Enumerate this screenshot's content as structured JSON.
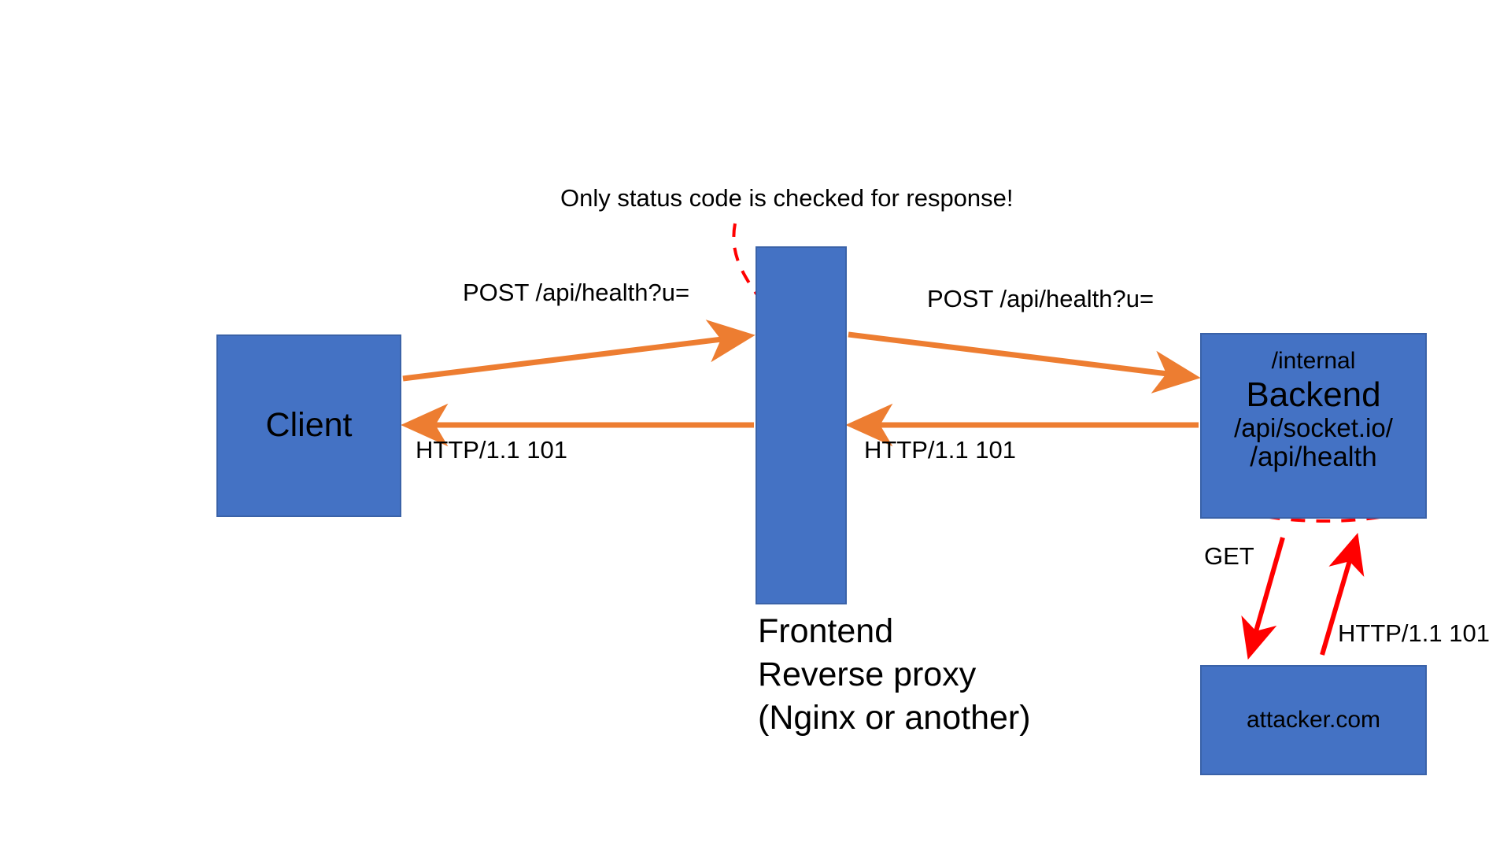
{
  "diagram": {
    "title_note": "Only status code is checked for response!",
    "nodes": {
      "client": {
        "label": "Client"
      },
      "frontend": {
        "icon": "recycle-loop-icon",
        "caption_line1": "Frontend",
        "caption_line2": "Reverse proxy",
        "caption_line3": "(Nginx or another)"
      },
      "backend": {
        "internal": "/internal",
        "title": "Backend",
        "socket_path": "/api/socket.io/",
        "health_path": "/api/health"
      },
      "attacker": {
        "label": "attacker.com"
      }
    },
    "edge_labels": {
      "post_client_to_frontend": "POST /api/health?u=",
      "post_frontend_to_backend": "POST /api/health?u=",
      "resp_frontend_to_client": "HTTP/1.1 101",
      "resp_backend_to_frontend": "HTTP/1.1 101",
      "get_backend_to_attacker": "GET",
      "resp_attacker_to_backend": "HTTP/1.1 101"
    },
    "colors": {
      "node_fill": "#4472C4",
      "node_stroke": "#3A62A8",
      "flow_arrow": "#ED7D31",
      "attack_arrow": "#FF0000",
      "annotation": "#FF0000",
      "text": "#000000",
      "background": "#FFFFFF"
    }
  }
}
